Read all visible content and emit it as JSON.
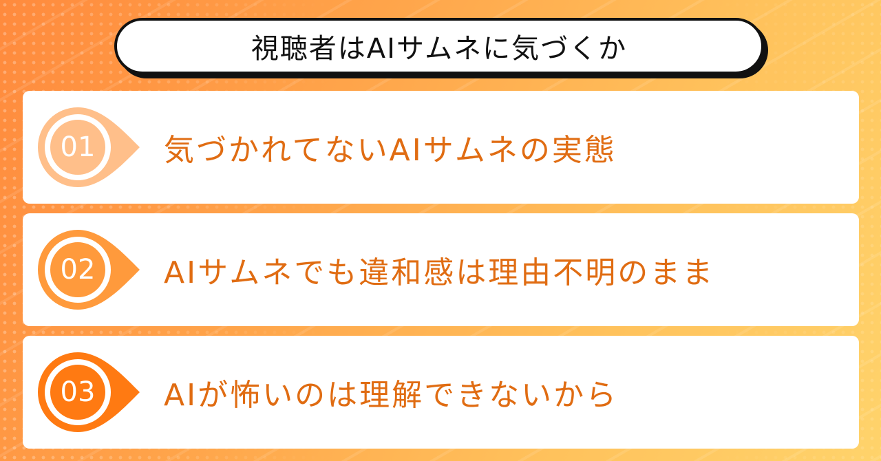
{
  "title": "視聴者はAIサムネに気づくか",
  "items": [
    {
      "number": "01",
      "text": "気づかれてないAIサムネの実態",
      "color": "#ffbf8a"
    },
    {
      "number": "02",
      "text": "AIサムネでも違和感は理由不明のまま",
      "color": "#ff9a3c"
    },
    {
      "number": "03",
      "text": "AIが怖いのは理解できないから",
      "color": "#ff7a12"
    }
  ],
  "colors": {
    "accent_text": "#e06c12",
    "card": "#ffffff"
  }
}
